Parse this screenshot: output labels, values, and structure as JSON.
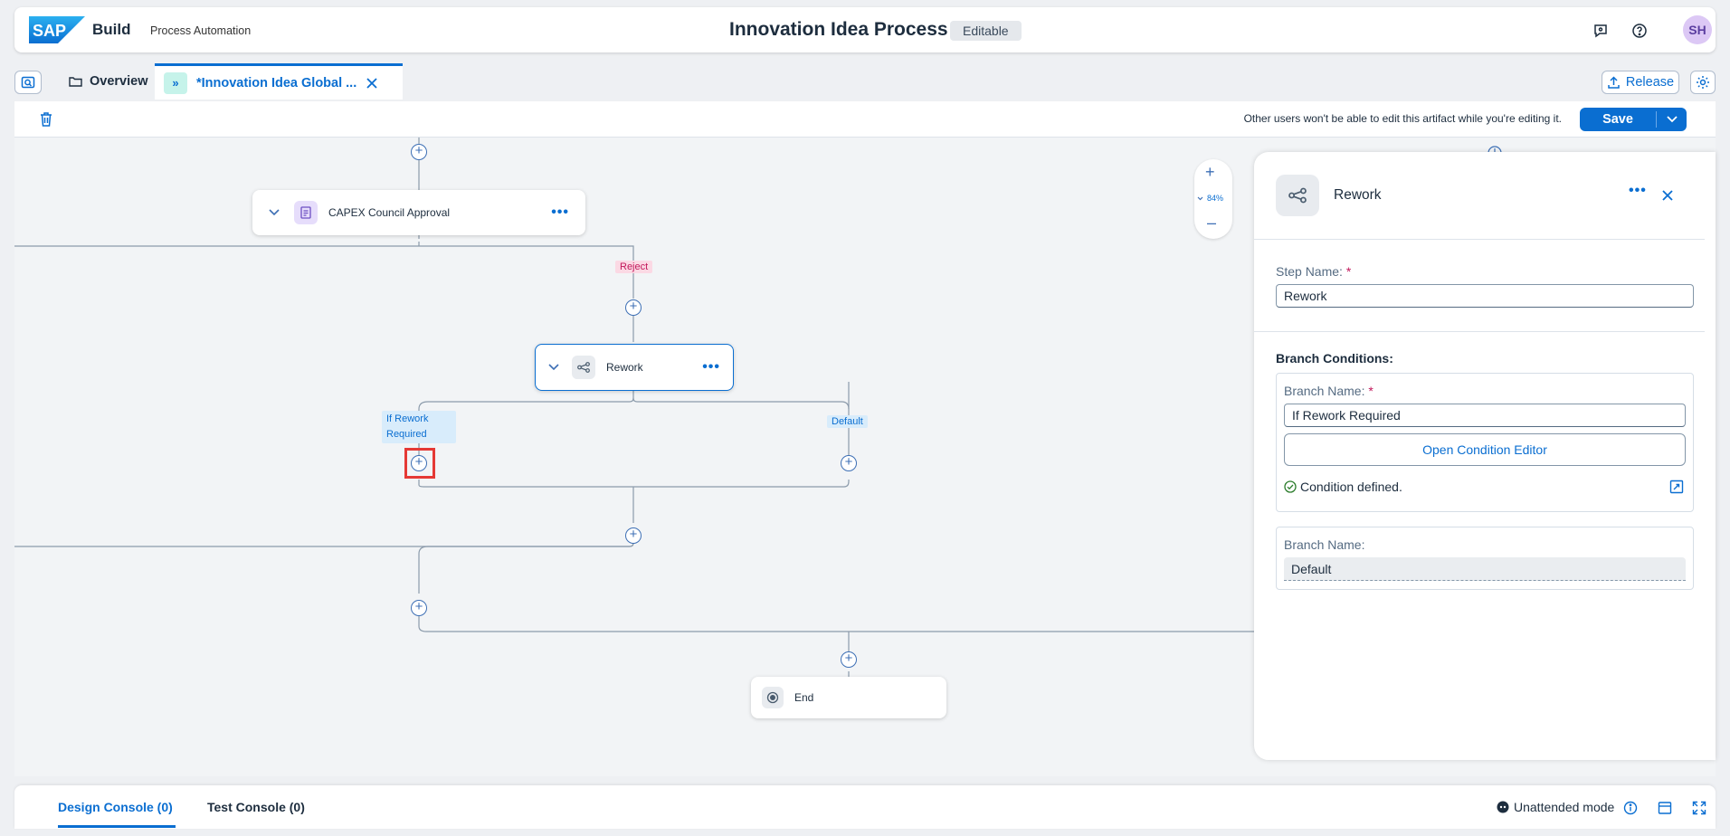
{
  "shell": {
    "logo_text": "SAP",
    "brand": "Build",
    "product": "Process Automation",
    "title": "Innovation Idea Process",
    "status_badge": "Editable",
    "avatar_initials": "SH"
  },
  "tabs": {
    "overview_label": "Overview",
    "active_label": "*Innovation Idea Global ...",
    "release_label": "Release"
  },
  "toolbar": {
    "lock_message": "Other users won't be able to edit this artifact while you're editing it.",
    "save_label": "Save"
  },
  "canvas": {
    "zoom_level": "84%",
    "nodes": {
      "capex": "CAPEX Council Approval",
      "rework": "Rework",
      "end": "End"
    },
    "labels": {
      "reject": "Reject",
      "if_rework_line1": "If Rework",
      "if_rework_line2": "Required",
      "default": "Default"
    }
  },
  "panel": {
    "title": "Rework",
    "step_name_label": "Step Name:",
    "step_name_value": "Rework",
    "branch_conditions_label": "Branch Conditions:",
    "branch1": {
      "name_label": "Branch Name:",
      "name_value": "If Rework Required",
      "editor_button": "Open Condition Editor",
      "condition_status": "Condition defined."
    },
    "branch2": {
      "name_label": "Branch Name:",
      "name_value": "Default"
    }
  },
  "console": {
    "design_tab": "Design Console (0)",
    "test_tab": "Test Console (0)",
    "mode_label": "Unattended mode"
  },
  "colors": {
    "accent": "#0a6ed1",
    "reject_bg": "#fbd9e4",
    "branch_label_bg": "#d8ecfb",
    "highlight": "#e53935"
  }
}
